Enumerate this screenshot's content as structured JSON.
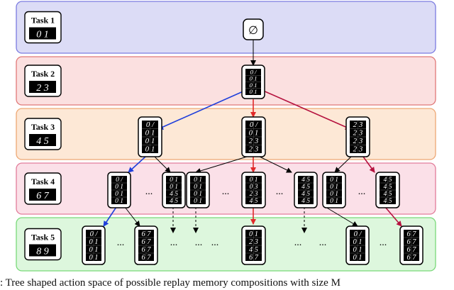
{
  "tasks": [
    {
      "label": "Task 1",
      "digits": "0 1",
      "band_fill": "#dcdcf6",
      "band_stroke": "#7b7be0"
    },
    {
      "label": "Task 2",
      "digits": "2 3",
      "band_fill": "#fbe0e0",
      "band_stroke": "#e07878"
    },
    {
      "label": "Task 3",
      "digits": "4 5",
      "band_fill": "#fde8d6",
      "band_stroke": "#eda774"
    },
    {
      "label": "Task 4",
      "digits": "6 7",
      "band_fill": "#fbe0e8",
      "band_stroke": "#e27c9a"
    },
    {
      "label": "Task 5",
      "digits": "8 9",
      "band_fill": "#ddf7dd",
      "band_stroke": "#79d979"
    }
  ],
  "root_symbol": "∅",
  "ellipsis": "...",
  "colors": {
    "blue_path": "#1f3fdb",
    "red_path": "#e02a2a",
    "crimson_path": "#b5123f",
    "edge": "#000000"
  },
  "caption": ": Tree shaped action space of possible replay memory compositions with size M"
}
